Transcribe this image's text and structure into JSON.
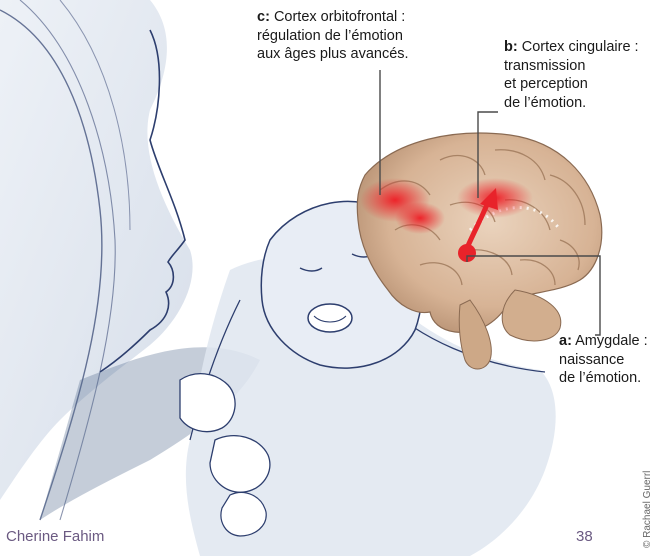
{
  "labels": {
    "c": {
      "tag": "c:",
      "line1": "Cortex orbitofrontal :",
      "line2": "régulation de l’émotion",
      "line3": "aux âges plus avancés."
    },
    "b": {
      "tag": "b:",
      "line1": "Cortex cingulaire :",
      "line2": "transmission",
      "line3": "et perception",
      "line4": "de l’émotion."
    },
    "a": {
      "tag": "a:",
      "line1": "Amygdale :",
      "line2": "naissance",
      "line3": "de l’émotion."
    }
  },
  "footer": {
    "author": "Cherine Fahim",
    "page": "38"
  },
  "illustrator_credit": "© Rachael Guerrl",
  "colors": {
    "activation_red": "#e8232a",
    "sketch_blue": "#2d3e6e",
    "wash_blue": "#c9d3e3",
    "brain_tan": "#d9b89a",
    "leader_line": "#4a4a4a"
  }
}
